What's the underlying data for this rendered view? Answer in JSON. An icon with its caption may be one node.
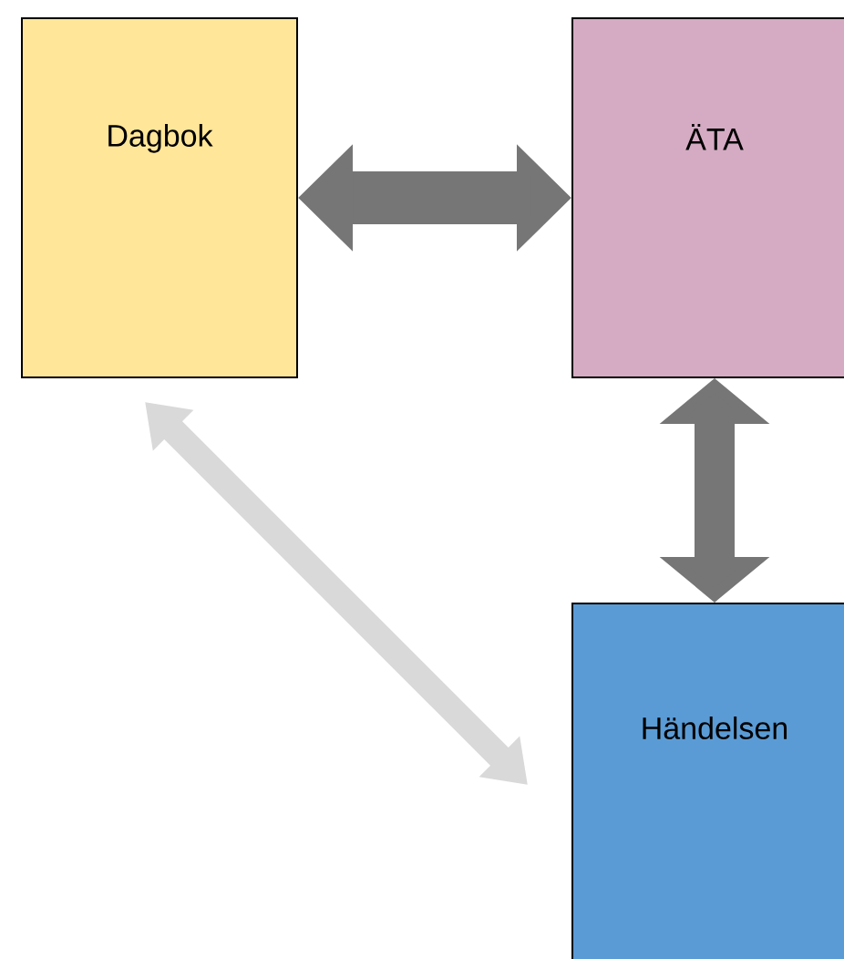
{
  "diagram": {
    "nodes": [
      {
        "text": [
          "Dagbok"
        ]
      },
      {
        "text": [
          "ÄTA"
        ]
      },
      {
        "text": [
          "Händelsen"
        ]
      }
    ],
    "edges": [
      {
        "from": 0,
        "to": 1,
        "arrow": "both"
      },
      {
        "from": 1,
        "to": 2,
        "arrow": "both"
      },
      {
        "from": 0,
        "to": 2,
        "arrow": "both",
        "color": "#d9d9d9"
      }
    ]
  }
}
